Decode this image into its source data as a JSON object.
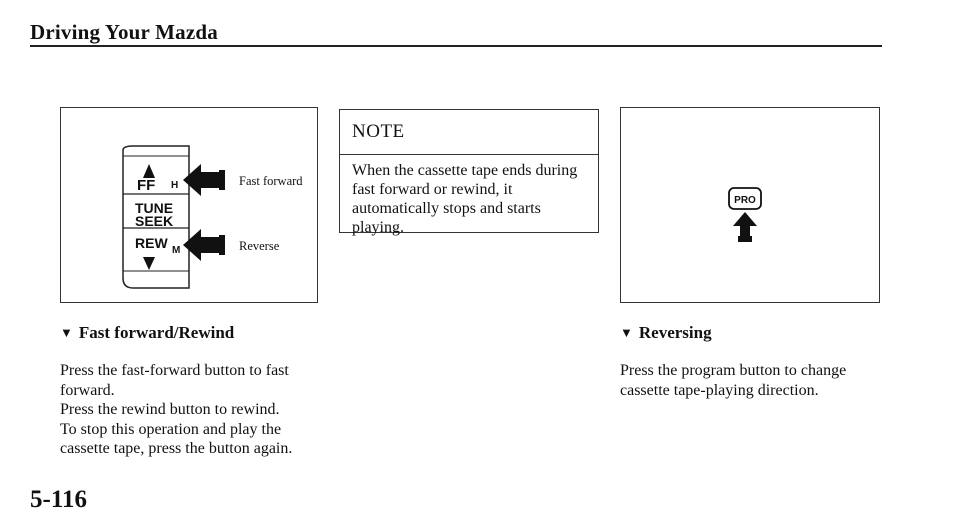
{
  "header": {
    "title": "Driving Your Mazda"
  },
  "left_figure": {
    "buttons": {
      "ff": "FF",
      "tune": "TUNE",
      "seek": "SEEK",
      "rew": "REW",
      "h": "H",
      "m": "M"
    },
    "callouts": {
      "fast_forward": "Fast forward",
      "reverse": "Reverse"
    },
    "icons": [
      "up-arrow-icon",
      "down-arrow-icon",
      "pointing-hand-icon"
    ]
  },
  "note": {
    "title": "NOTE",
    "lines": [
      "When the cassette tape ends during",
      "fast forward or rewind, it",
      "automatically stops and starts",
      "playing."
    ]
  },
  "right_figure": {
    "button": "PRO",
    "icons": [
      "pointing-hand-icon"
    ]
  },
  "sections": {
    "fast_forward": {
      "marker": "▼",
      "heading": "Fast forward/Rewind",
      "lines": [
        "Press the fast-forward button to fast",
        "forward.",
        "Press the rewind button to rewind.",
        "To stop this operation and play the",
        "cassette tape, press the button again."
      ]
    },
    "reversing": {
      "marker": "▼",
      "heading": "Reversing",
      "lines": [
        "Press the program button to change",
        "cassette tape-playing direction."
      ]
    }
  },
  "footer": {
    "page_number": "5-116"
  }
}
